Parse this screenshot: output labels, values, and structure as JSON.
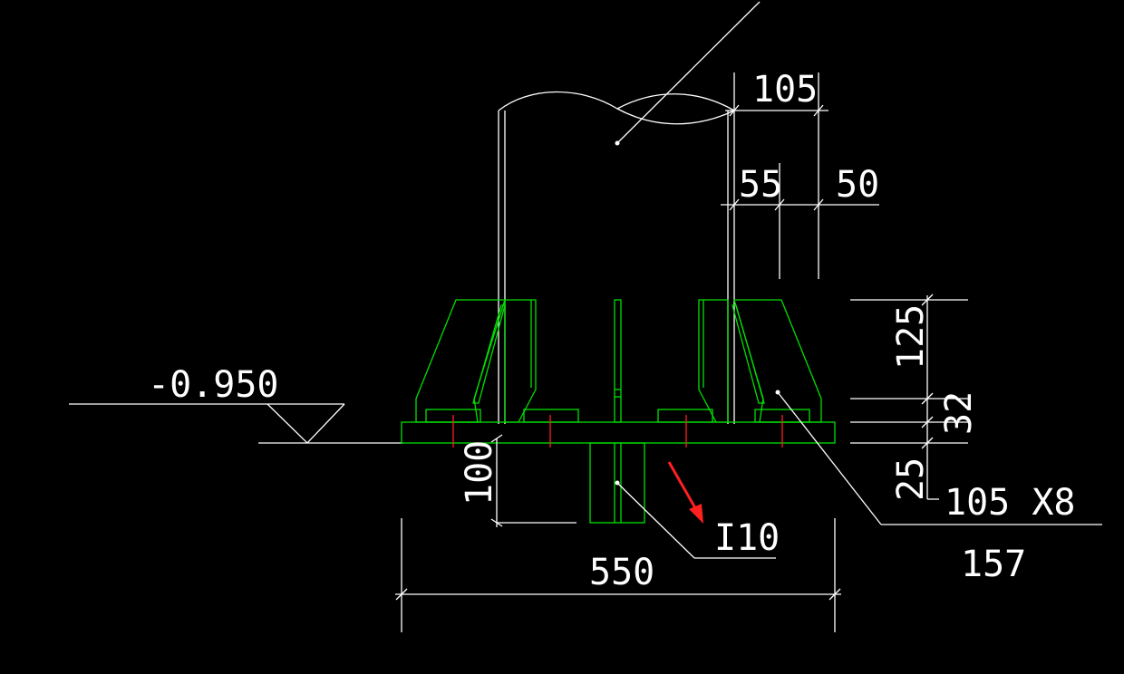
{
  "drawing": {
    "colors": {
      "background": "#000000",
      "line": "#ffffff",
      "steel": "#00e000",
      "anchor": "#ff2020",
      "arrow": "#ff2020"
    },
    "labels": {
      "elevation": "-0.950",
      "dim_105_top": "105",
      "dim_55": "55",
      "dim_50": "50",
      "dim_125": "125",
      "dim_32": "32",
      "dim_25": "25",
      "dim_100": "100",
      "dim_550": "550",
      "plate_spec": "105 X8",
      "plate_length": "157",
      "channel_spec": "I10"
    }
  }
}
